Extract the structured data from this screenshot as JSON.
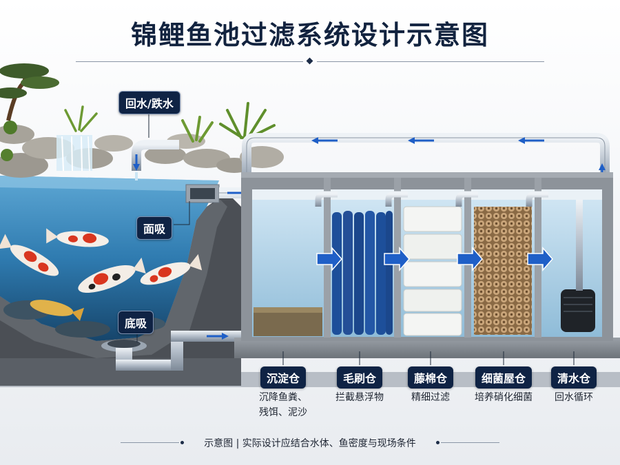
{
  "title": "锦鲤鱼池过滤系统设计示意图",
  "pond_labels": {
    "return": "回水/跌水",
    "skimmer": "面吸",
    "bottom_drain": "底吸"
  },
  "chambers": [
    {
      "name": "沉淀仓",
      "desc": [
        "沉降鱼粪、",
        "残饵、泥沙"
      ]
    },
    {
      "name": "毛刷仓",
      "desc": [
        "拦截悬浮物"
      ]
    },
    {
      "name": "藤棉仓",
      "desc": [
        "精细过滤"
      ]
    },
    {
      "name": "细菌屋仓",
      "desc": [
        "培养硝化细菌"
      ]
    },
    {
      "name": "清水仓",
      "desc": [
        "回水循环"
      ]
    }
  ],
  "footnote": "示意图 | 实际设计应结合水体、鱼密度与现场条件",
  "colors": {
    "navy": "#0f2344",
    "water": "#2f7bb0",
    "arrow": "#1f5fc7",
    "pipe": "#b9c3cf"
  }
}
